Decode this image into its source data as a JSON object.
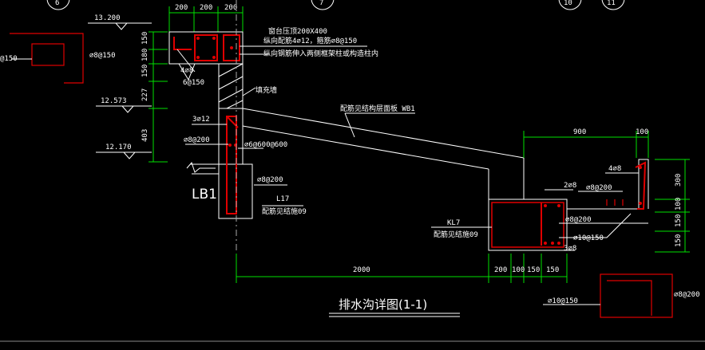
{
  "axis_bubbles": [
    "6",
    "7",
    "10",
    "11"
  ],
  "elevations": {
    "top": "13.200",
    "mid": "12.573",
    "low": "12.170"
  },
  "left_dims": {
    "top_widths": [
      "200",
      "200",
      "200"
    ],
    "vertical": [
      "150",
      "180",
      "150",
      "227",
      "403"
    ]
  },
  "left_labels": {
    "bar_4a8": "4⌀8",
    "stirrup_6_150": "6@150",
    "bar_3a12": "3⌀12",
    "stirrup_a8_200": "⌀8@200",
    "stirrup_a6_600": "⌀6@600@600",
    "stirrup_a8_200b": "⌀8@200",
    "lb1": "LB1",
    "l17": "L17",
    "l17_ref": "配筋见结施09",
    "wall_note": "填充墙",
    "left_edge_1": "@150",
    "left_edge_2": "⌀8@150"
  },
  "notes": {
    "line1": "窗台压顶200X400",
    "line2": "纵向配筋4⌀12，箍筋⌀8@150",
    "line3": "纵向钢筋伸入两侧框架柱或构造柱内"
  },
  "slab_label": "配筋见结构层面板 WB1",
  "right_dims": {
    "top": [
      "900",
      "100"
    ],
    "vertical": [
      "300",
      "100",
      "150",
      "150"
    ],
    "bottom": [
      "2000",
      "200",
      "100",
      "150",
      "150"
    ]
  },
  "right_labels": {
    "bar_2a8": "2⌀8",
    "bar_a8_200": "⌀8@200",
    "bar_4a8": "4⌀8",
    "bar_a8_200b": "⌀8@200",
    "bar_a10_150": "⌀10@150",
    "bar_3a8": "3⌀8",
    "kl7": "KL7",
    "kl7_ref": "配筋见结施09",
    "bottom_a10_150": "⌀10@150",
    "bottom_right": "⌀8@200"
  },
  "title": "排水沟详图(1-1)"
}
